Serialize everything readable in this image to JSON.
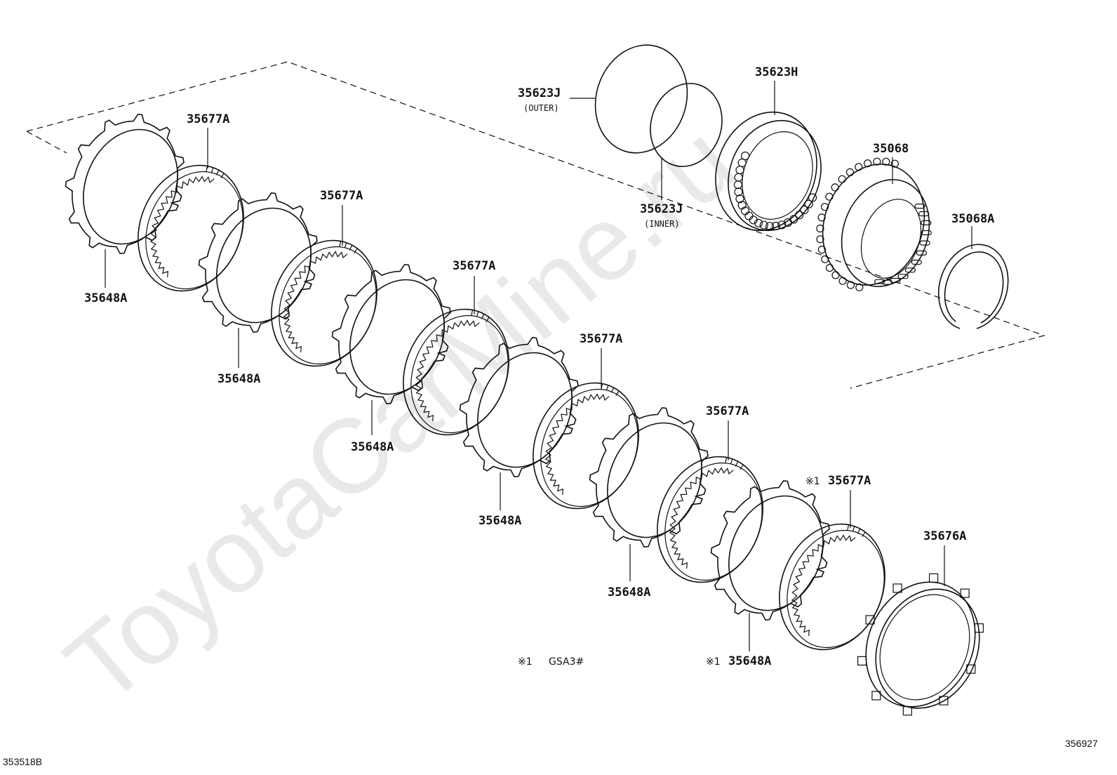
{
  "watermark": "ToyotaCarMine.ru",
  "corner_labels": {
    "left": "353518B",
    "right": "356927"
  },
  "footnote": {
    "mark": "※1",
    "text": "GSA3#"
  },
  "callouts": [
    {
      "id": "35623J-outer",
      "number": "35623J",
      "sub": "(OUTER)",
      "mark": ""
    },
    {
      "id": "35623J-inner",
      "number": "35623J",
      "sub": "(INNER)",
      "mark": ""
    },
    {
      "id": "35623H",
      "number": "35623H",
      "sub": "",
      "mark": ""
    },
    {
      "id": "35068",
      "number": "35068",
      "sub": "",
      "mark": ""
    },
    {
      "id": "35068A",
      "number": "35068A",
      "sub": "",
      "mark": ""
    },
    {
      "id": "35677A-1",
      "number": "35677A",
      "sub": "",
      "mark": ""
    },
    {
      "id": "35677A-2",
      "number": "35677A",
      "sub": "",
      "mark": ""
    },
    {
      "id": "35677A-3",
      "number": "35677A",
      "sub": "",
      "mark": ""
    },
    {
      "id": "35677A-4",
      "number": "35677A",
      "sub": "",
      "mark": ""
    },
    {
      "id": "35677A-5",
      "number": "35677A",
      "sub": "",
      "mark": ""
    },
    {
      "id": "35677A-6",
      "number": "35677A",
      "sub": "",
      "mark": "※1"
    },
    {
      "id": "35648A-1",
      "number": "35648A",
      "sub": "",
      "mark": ""
    },
    {
      "id": "35648A-2",
      "number": "35648A",
      "sub": "",
      "mark": ""
    },
    {
      "id": "35648A-3",
      "number": "35648A",
      "sub": "",
      "mark": ""
    },
    {
      "id": "35648A-4",
      "number": "35648A",
      "sub": "",
      "mark": ""
    },
    {
      "id": "35648A-5",
      "number": "35648A",
      "sub": "",
      "mark": ""
    },
    {
      "id": "35648A-6",
      "number": "35648A",
      "sub": "",
      "mark": "※1"
    },
    {
      "id": "35676A",
      "number": "35676A",
      "sub": "",
      "mark": ""
    }
  ]
}
